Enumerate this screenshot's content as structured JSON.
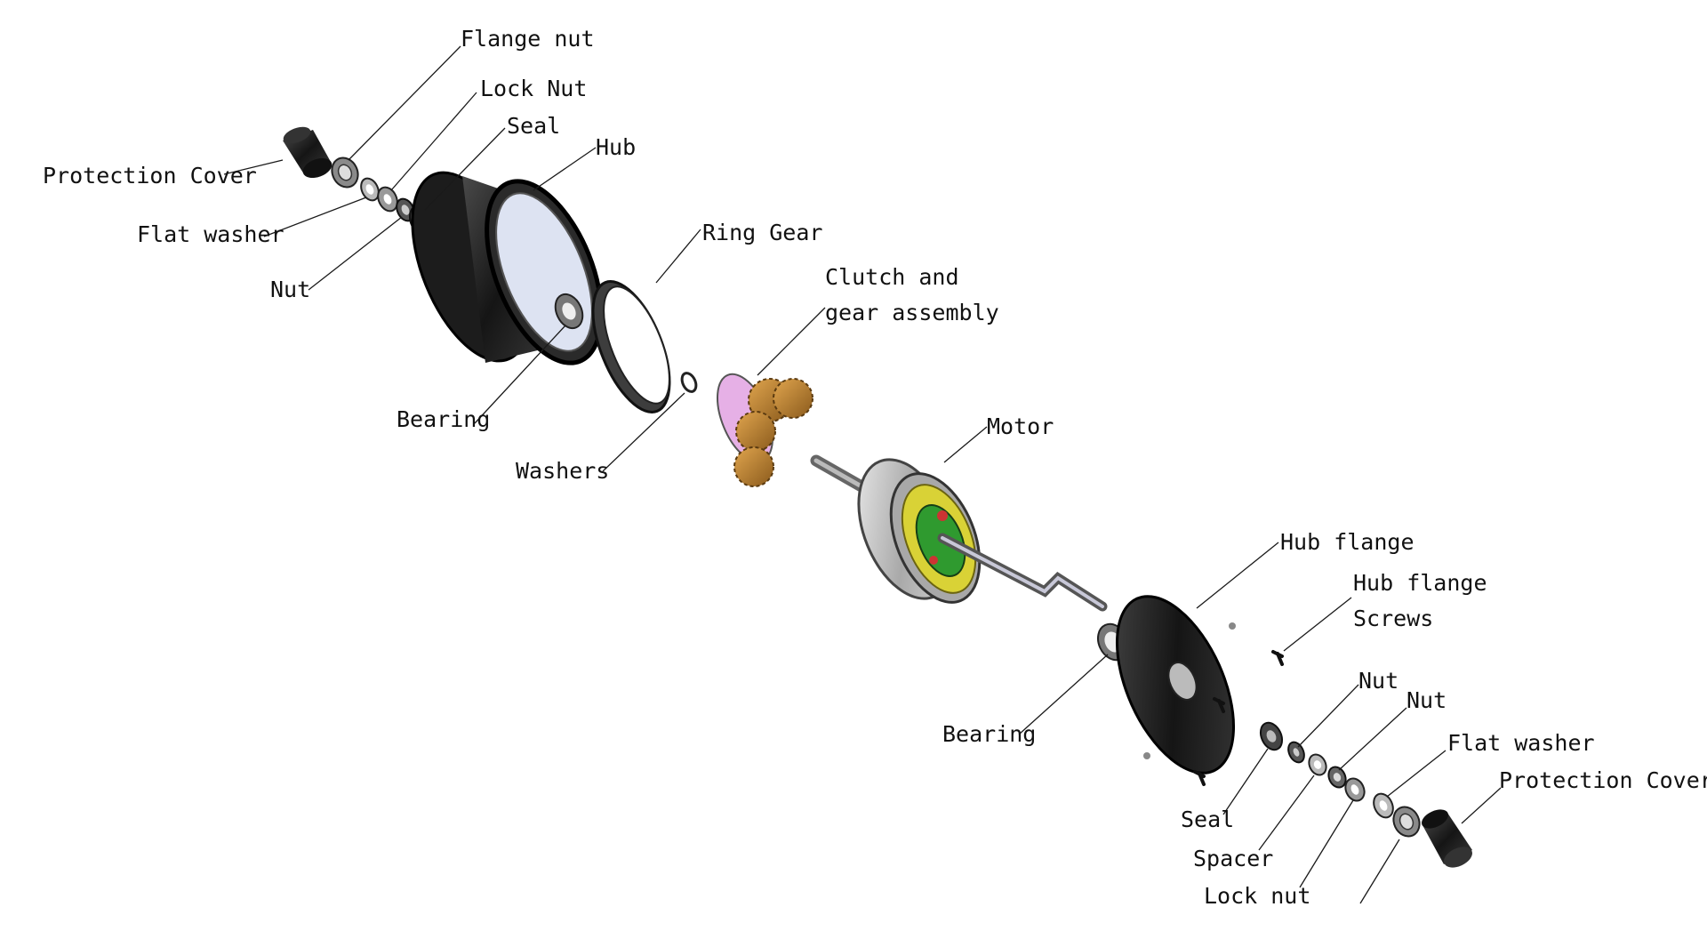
{
  "colors": {
    "background": "#ffffff",
    "metal_dark": "#2a2a2a",
    "metal_light": "#c9c9c9",
    "gear_bronze": "#b77a2c",
    "clutch_pink": "#e6b0e6",
    "motor_yellow": "#d9d236",
    "circuit_green": "#2f9a2f",
    "hub_window": "#dde3f2"
  },
  "labels": {
    "flange_nut_left": "Flange nut",
    "lock_nut_left": "Lock Nut",
    "seal_left": "Seal",
    "hub": "Hub",
    "protection_cover_left": "Protection Cover",
    "flat_washer_left": "Flat washer",
    "nut_left": "Nut",
    "ring_gear": "Ring Gear",
    "clutch_line1": "Clutch and",
    "clutch_line2": "gear assembly",
    "bearing_left": "Bearing",
    "washers": "Washers",
    "motor": "Motor",
    "hub_flange": "Hub flange",
    "hub_flange_screws_line1": "Hub flange",
    "hub_flange_screws_line2": "Screws",
    "nut_right_1": "Nut",
    "nut_right_2": "Nut",
    "flat_washer_right": "Flat washer",
    "protection_cover_right": "Protection Cover",
    "bearing_right": "Bearing",
    "seal_right": "Seal",
    "spacer": "Spacer",
    "lock_nut_right": "Lock nut"
  }
}
